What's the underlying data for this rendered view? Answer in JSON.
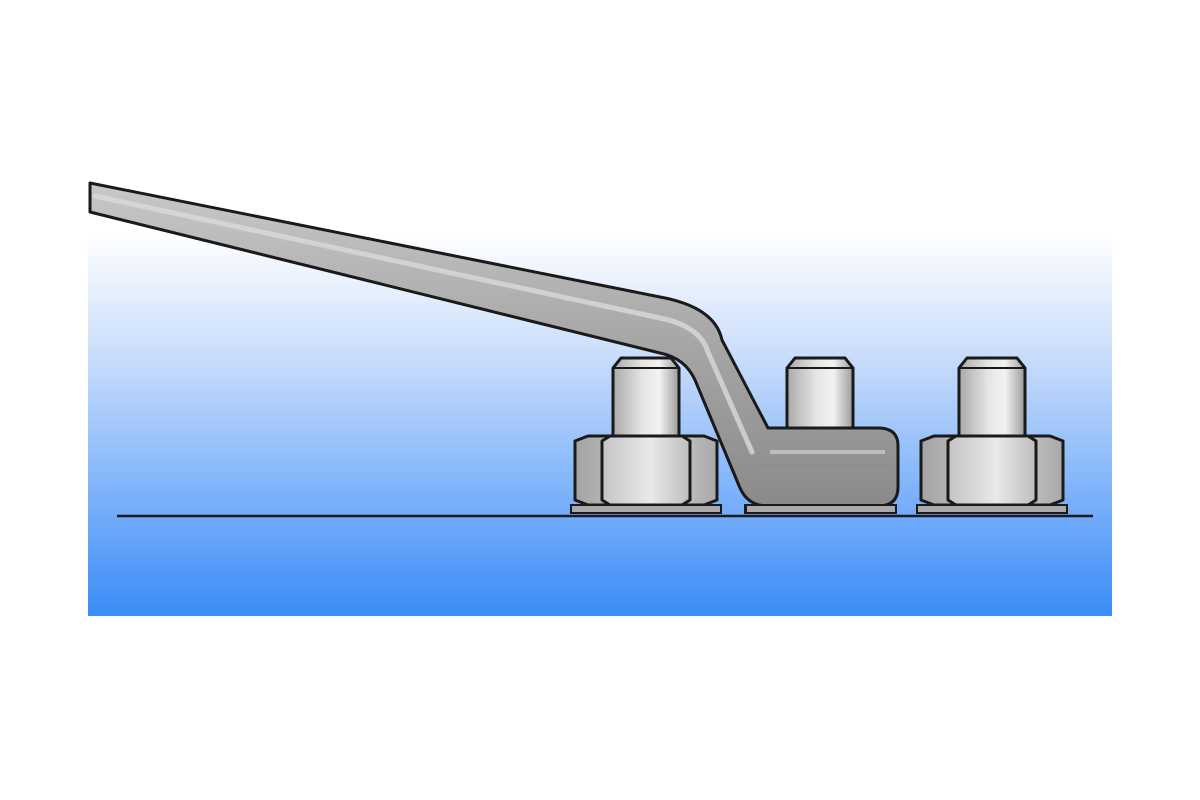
{
  "diagram": {
    "components": [
      {
        "id": "wrench",
        "icon": "offset-ring-wrench-icon"
      },
      {
        "id": "nut-left",
        "icon": "hex-nut-icon"
      },
      {
        "id": "nut-center",
        "icon": "hex-nut-icon"
      },
      {
        "id": "nut-right",
        "icon": "hex-nut-icon"
      },
      {
        "id": "surface",
        "icon": "baseline-icon"
      }
    ],
    "colors": {
      "background_top": "#ffffff",
      "background_bottom": "#3a8cf8",
      "metal_light": "#dcdcdc",
      "metal_mid": "#b9b9b9",
      "metal_dark": "#8f8f8f",
      "outline": "#1a1a1a"
    }
  }
}
